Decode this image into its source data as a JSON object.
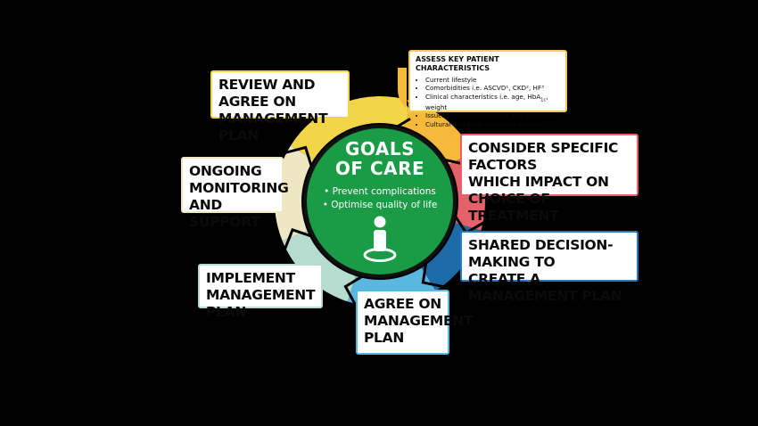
{
  "center": {
    "title_line1": "GOALS",
    "title_line2": "OF CARE",
    "goals": [
      "• Prevent complications",
      "• Optimise quality of life"
    ]
  },
  "steps": {
    "assess": {
      "title": "ASSESS KEY PATIENT CHARACTERISTICS",
      "items": [
        "Current lifestyle",
        "Comorbidities i.e. ASCVD¹, CKD², HF³",
        "Clinical characteristics i.e. age, HbA1c, weight",
        "Issues such as motivation and depression",
        "Cultural and socio-economic context"
      ]
    },
    "consider": [
      "CONSIDER SPECIFIC FACTORS",
      "WHICH IMPACT ON CHOICE OF",
      "TREATMENT"
    ],
    "shared": [
      "SHARED DECISION-MAKING TO",
      "CREATE A MANAGEMENT PLAN"
    ],
    "agree": [
      "AGREE ON",
      "MANAGEMENT",
      "PLAN"
    ],
    "implement": [
      "IMPLEMENT",
      "MANAGEMENT PLAN"
    ],
    "ongoing": [
      "ONGOING",
      "MONITORING",
      "AND SUPPORT"
    ],
    "review": [
      "REVIEW AND AGREE ON",
      "MANAGEMENT PLAN"
    ]
  },
  "colors": {
    "background": "#000000",
    "center_green": "#1a9b45",
    "segment_yellow_orange": "#f6b93b",
    "segment_red": "#e4616a",
    "segment_dark_blue": "#1d6aa8",
    "segment_light_blue": "#5ab8e0",
    "segment_mint": "#b6dcd0",
    "segment_cream": "#efe6c4",
    "segment_yellow": "#f2d548"
  },
  "icons": [
    "person-icon"
  ]
}
